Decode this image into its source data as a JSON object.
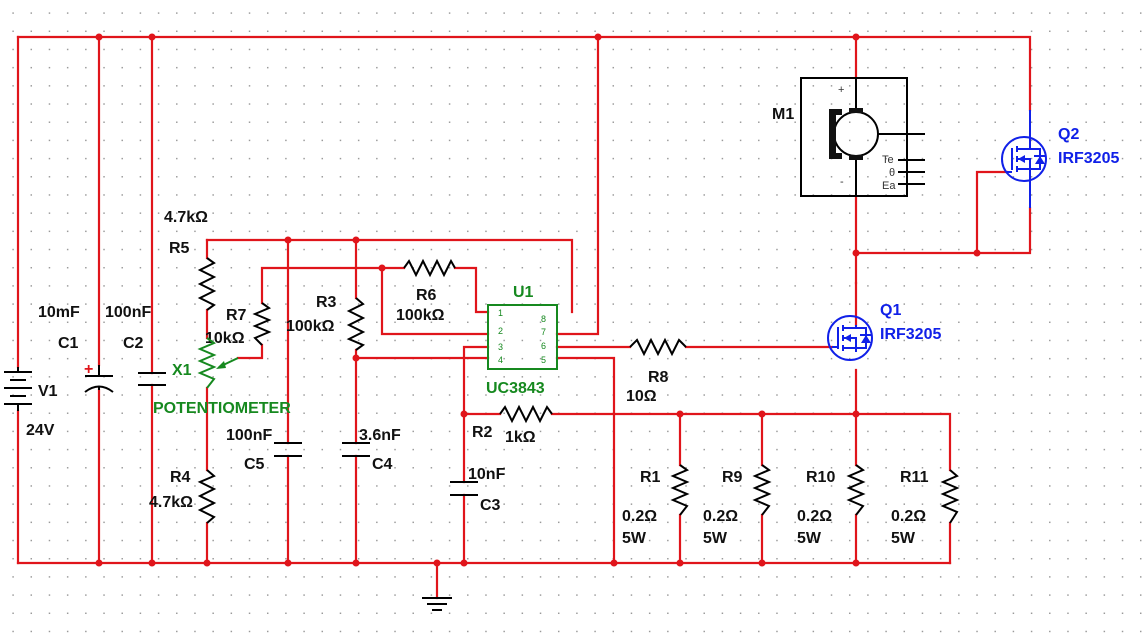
{
  "components": {
    "V1": {
      "ref": "V1",
      "value": "24V"
    },
    "C1": {
      "ref": "C1",
      "value": "10mF",
      "polarity": "+"
    },
    "C2": {
      "ref": "C2",
      "value": "100nF"
    },
    "R5": {
      "ref": "R5",
      "value": "4.7kΩ"
    },
    "R7": {
      "ref": "R7",
      "value": "10kΩ"
    },
    "X1": {
      "ref": "X1",
      "value": "POTENTIOMETER"
    },
    "R4": {
      "ref": "R4",
      "value": "4.7kΩ"
    },
    "C5": {
      "ref": "C5",
      "value": "100nF"
    },
    "R3": {
      "ref": "R3",
      "value": "100kΩ"
    },
    "C4": {
      "ref": "C4",
      "value": "3.6nF"
    },
    "R6": {
      "ref": "R6",
      "value": "100kΩ"
    },
    "U1": {
      "ref": "U1",
      "value": "UC3843",
      "pins": [
        "1",
        "2",
        "3",
        "4",
        "8",
        "7",
        "6",
        "5"
      ]
    },
    "R2": {
      "ref": "R2",
      "value": "1kΩ"
    },
    "C3": {
      "ref": "C3",
      "value": "10nF"
    },
    "R8": {
      "ref": "R8",
      "value": "10Ω"
    },
    "Q1": {
      "ref": "Q1",
      "value": "IRF3205"
    },
    "Q2": {
      "ref": "Q2",
      "value": "IRF3205"
    },
    "M1": {
      "ref": "M1",
      "plus": "+",
      "minus": "-",
      "outputs": [
        "Te",
        "θ",
        "Ea"
      ]
    },
    "R1": {
      "ref": "R1",
      "value": "0.2Ω",
      "power": "5W"
    },
    "R9": {
      "ref": "R9",
      "value": "0.2Ω",
      "power": "5W"
    },
    "R10": {
      "ref": "R10",
      "value": "0.2Ω",
      "power": "5W"
    },
    "R11": {
      "ref": "R11",
      "value": "0.2Ω",
      "power": "5W"
    }
  },
  "colors": {
    "wire": "#e0151b",
    "component": "#000000",
    "potentiometer": "#16891f",
    "ic": "#16891f",
    "mosfet": "#1020e8"
  }
}
